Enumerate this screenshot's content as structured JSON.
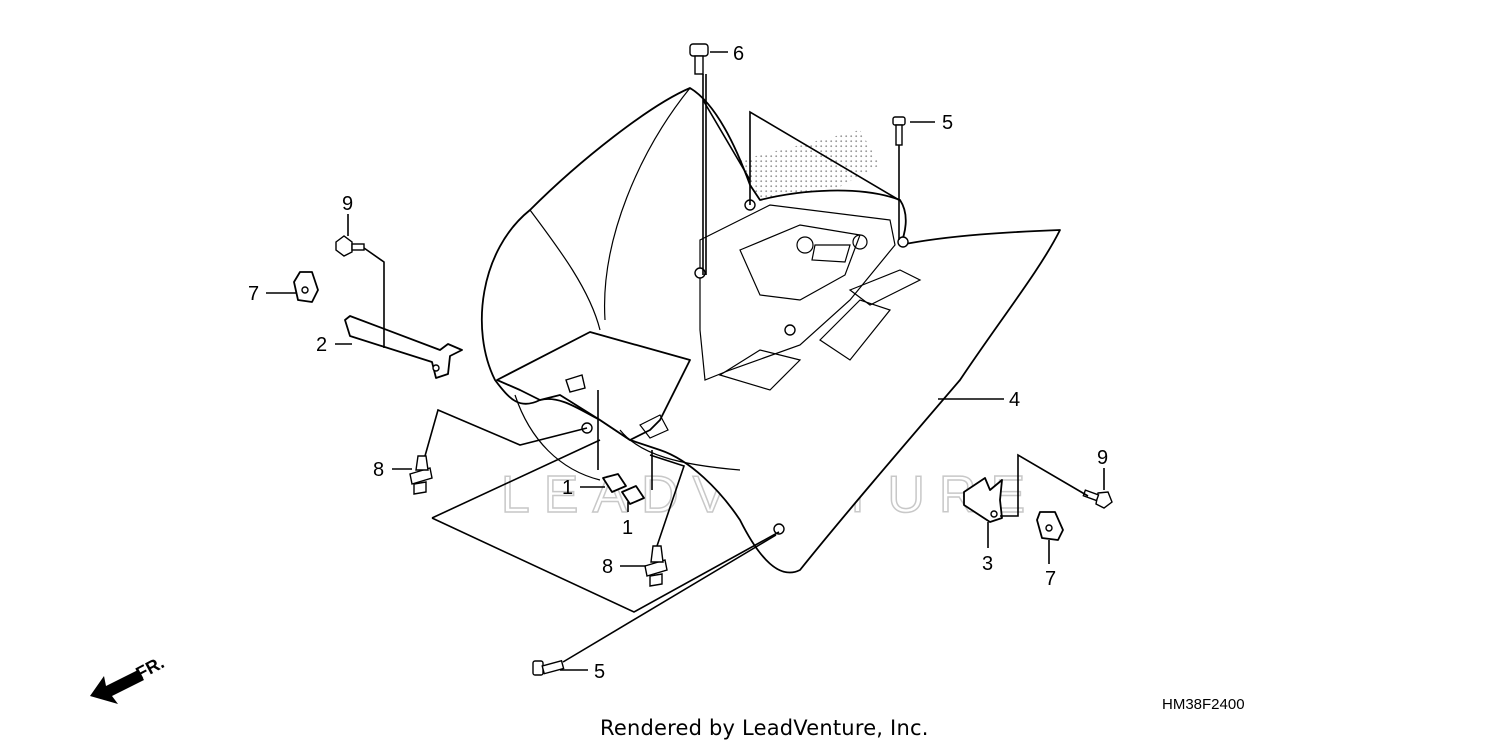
{
  "callouts": [
    {
      "number": "1"
    },
    {
      "number": "1"
    },
    {
      "number": "2"
    },
    {
      "number": "3"
    },
    {
      "number": "4"
    },
    {
      "number": "5"
    },
    {
      "number": "5"
    },
    {
      "number": "6"
    },
    {
      "number": "7"
    },
    {
      "number": "7"
    },
    {
      "number": "8"
    },
    {
      "number": "8"
    },
    {
      "number": "9"
    },
    {
      "number": "9"
    }
  ],
  "watermark_text": "LEADVENTURE",
  "front_arrow_label": "FR.",
  "diagram_code": "HM38F2400",
  "footer": "Rendered by LeadVenture, Inc.",
  "colors": {
    "line": "#000000",
    "background": "#ffffff",
    "watermark": "#bdbdbd",
    "stipple": "#9a9a9a"
  }
}
